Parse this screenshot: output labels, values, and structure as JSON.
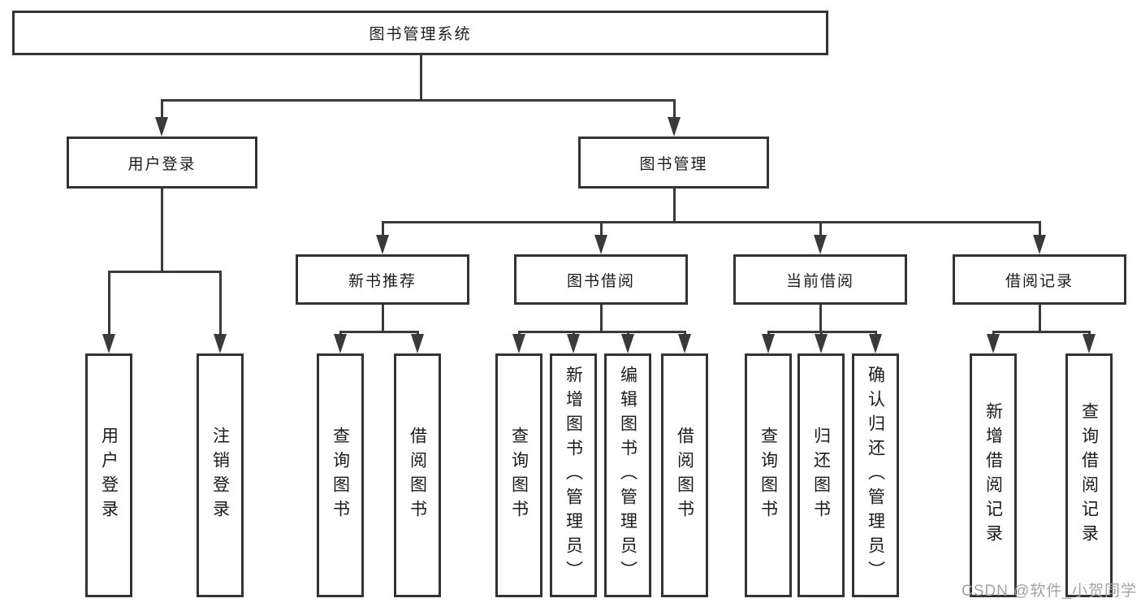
{
  "diagram": {
    "root": "图书管理系统",
    "user_login": "用户登录",
    "book_mgmt": "图书管理",
    "groups": {
      "user_login": {
        "children": [
          "用户登录",
          "注销登录"
        ]
      },
      "new_books": {
        "label": "新书推荐",
        "children": [
          "查询图书",
          "借阅图书"
        ]
      },
      "borrowing": {
        "label": "图书借阅",
        "children": [
          "查询图书",
          "新增图书（管理员）",
          "编辑图书（管理员）",
          "借阅图书"
        ]
      },
      "current": {
        "label": "当前借阅",
        "children": [
          "查询图书",
          "归还图书",
          "确认归还（管理员）"
        ]
      },
      "records": {
        "label": "借阅记录",
        "children": [
          "新增借阅记录",
          "查询借阅记录"
        ]
      }
    },
    "watermark": "CSDN @软件_小贺同学",
    "colors": {
      "line": "#3a3a3a",
      "text": "#1b1b1b",
      "watermark": "#a3a3a3",
      "background": "#ffffff"
    }
  }
}
